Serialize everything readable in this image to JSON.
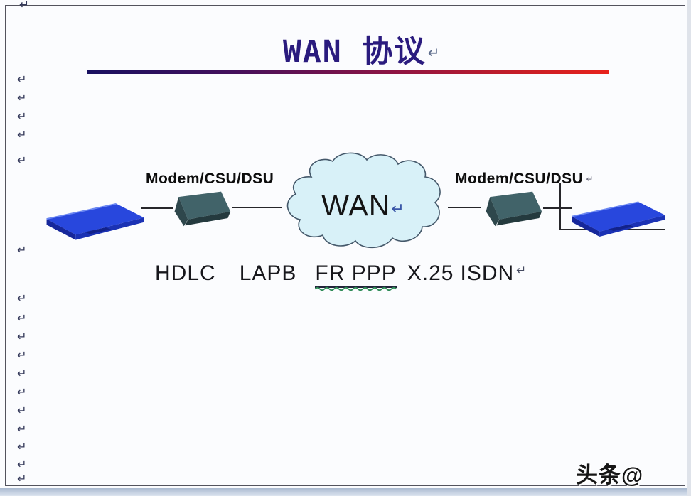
{
  "title": {
    "text": "WAN 协议",
    "return_mark": "↵"
  },
  "margin": {
    "return_mark": "↵"
  },
  "diagram": {
    "left_modem_label": "Modem/CSU/DSU",
    "right_modem_label": "Modem/CSU/DSU",
    "right_label_return": "↵",
    "cloud_text": "WAN",
    "cloud_return": "↵"
  },
  "protocols": {
    "items": [
      {
        "label": "HDLC",
        "underline": false,
        "wavy": false
      },
      {
        "label": "LAPB",
        "underline": false,
        "wavy": false
      },
      {
        "label": "FR PPP",
        "underline": true,
        "wavy": true
      },
      {
        "label": "X.25",
        "underline": false,
        "wavy": false
      },
      {
        "label": "ISDN",
        "underline": false,
        "wavy": false
      }
    ],
    "return_mark": "↵"
  },
  "watermark": "头条@",
  "colors": {
    "title": "#2a1b7e",
    "rule_start": "#181060",
    "rule_end": "#e8221c",
    "cloud_fill": "#d8f1f8",
    "cloud_stroke": "#44586a",
    "router_blue": "#2847dd",
    "modem_teal": "#416369",
    "wavy_green": "#2e8b57"
  }
}
